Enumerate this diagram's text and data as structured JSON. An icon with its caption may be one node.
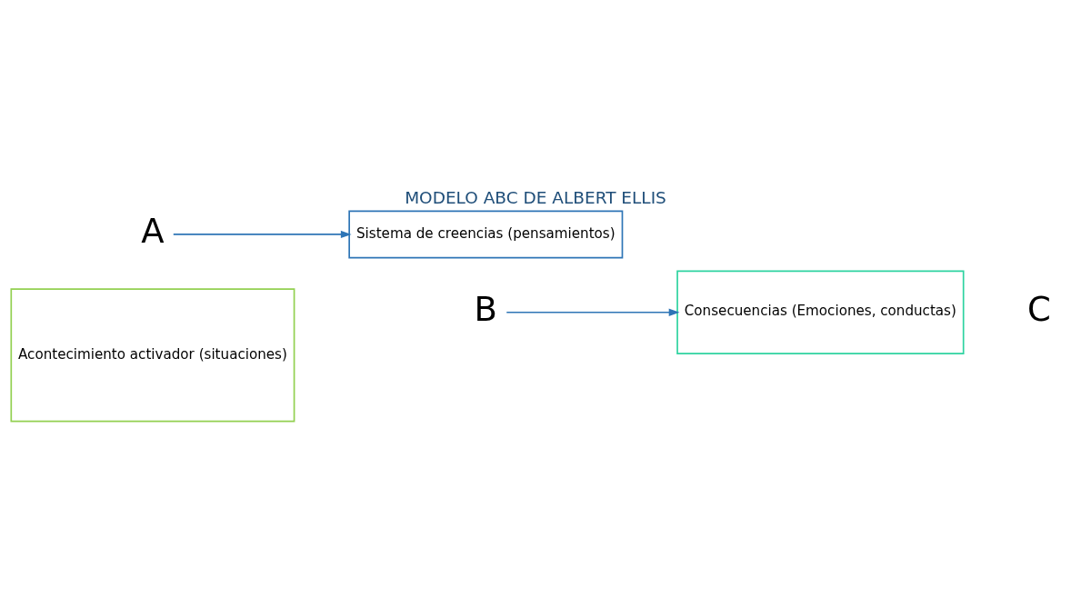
{
  "diagram": {
    "title": "MODELO ABC DE ALBERT ELLIS",
    "nodes": [
      {
        "text": [
          "Acontecimiento activador (situaciones)"
        ]
      },
      {
        "text": [
          "B"
        ]
      },
      {
        "text": [
          "Consecuencias (Emociones, conductas)"
        ]
      },
      {
        "text": [
          "Sistema de creencias (pensamientos)"
        ]
      },
      {
        "text": [
          "A"
        ]
      }
    ],
    "edges": [
      {
        "from": 4,
        "to": 3,
        "arrow": "to"
      },
      {
        "from": 1,
        "to": 2,
        "arrow": "to"
      }
    ],
    "labels": [
      "C"
    ]
  }
}
